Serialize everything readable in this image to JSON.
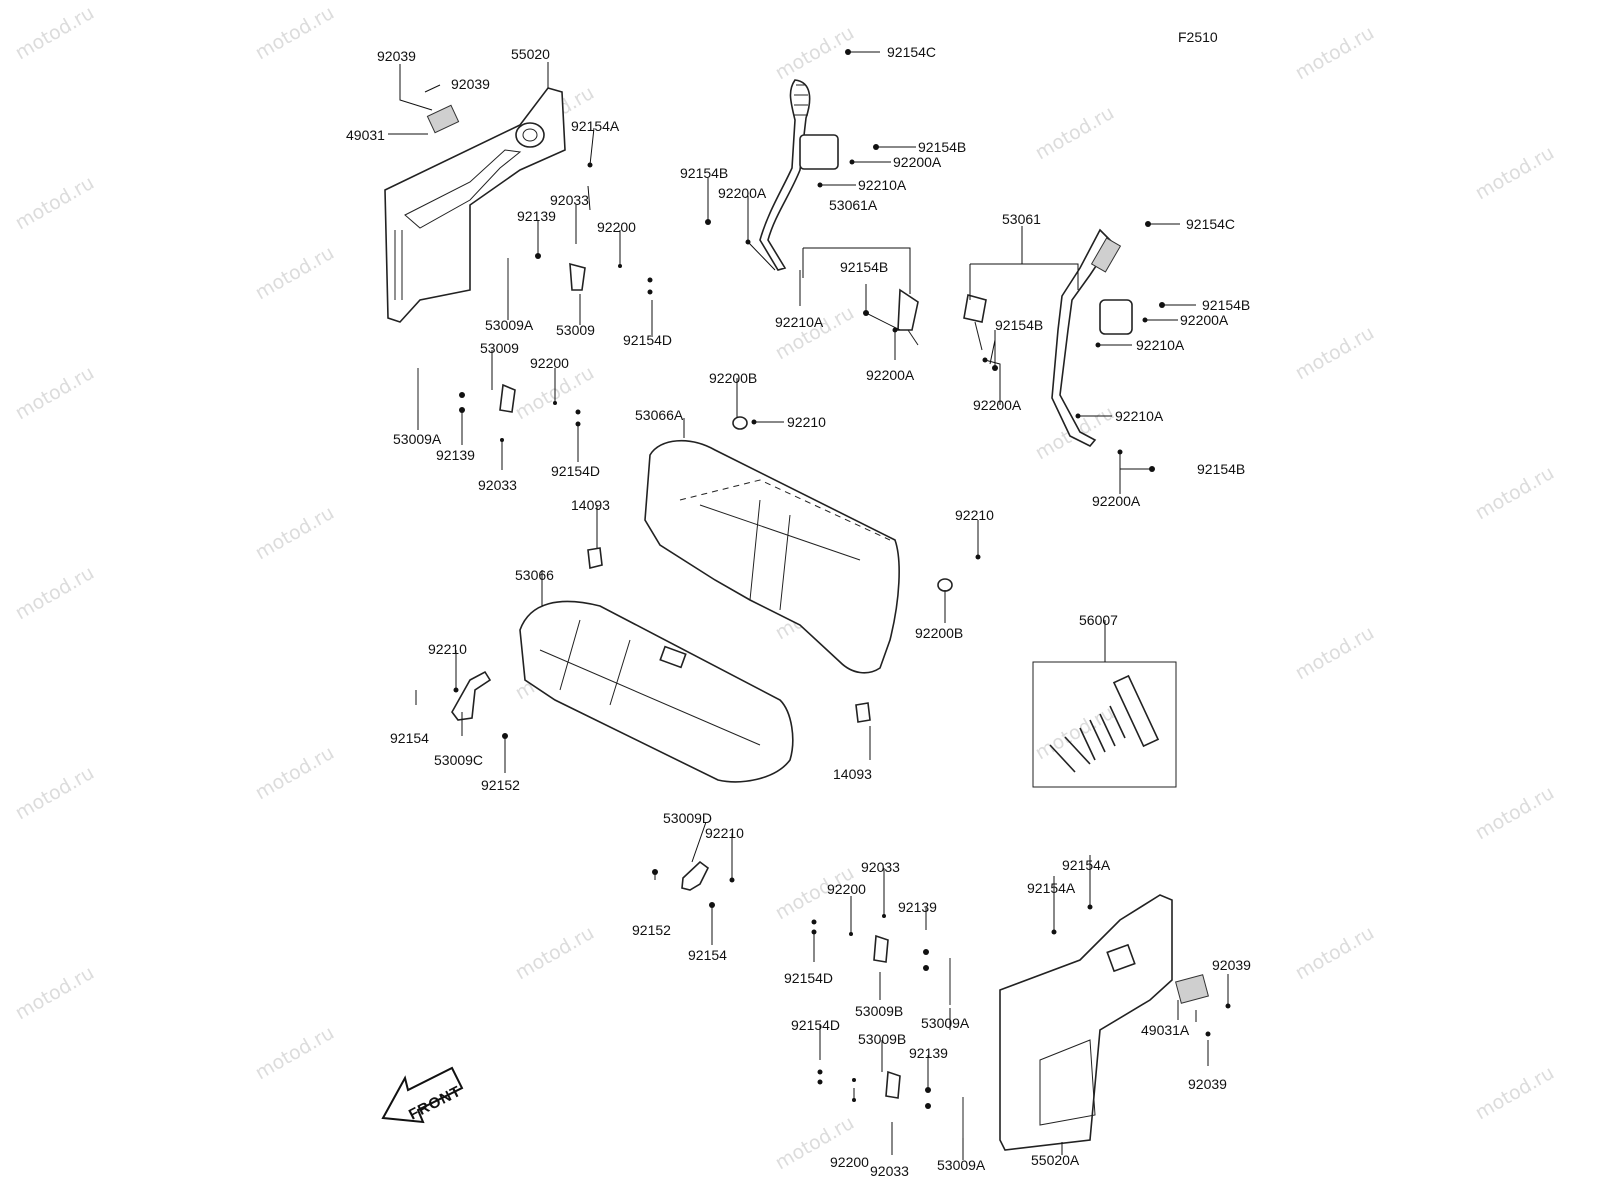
{
  "diagram_code": "F2510",
  "watermark": "motod.ru",
  "front_label": "FRONT",
  "labels": [
    "92039",
    "55020",
    "92039",
    "49031",
    "92154A",
    "92154C",
    "92154B",
    "92200A",
    "92210A",
    "92154B",
    "92200A",
    "53061A",
    "92154B",
    "92210A",
    "92200A",
    "53061",
    "92154C",
    "92154B",
    "92200A",
    "92154B",
    "92210A",
    "92200A",
    "92210A",
    "92200A",
    "92154B",
    "92033",
    "92139",
    "92200",
    "53009A",
    "53009",
    "92154D",
    "53009",
    "92200",
    "53009A",
    "92139",
    "92033",
    "92154D",
    "92200B",
    "92210",
    "53066A",
    "14093",
    "53066",
    "92210",
    "92200B",
    "92210",
    "92154",
    "53009C",
    "92152",
    "14093",
    "56007",
    "53009D",
    "92210",
    "92152",
    "92154",
    "92033",
    "92200",
    "92139",
    "92154D",
    "53009B",
    "53009A",
    "92154D",
    "53009B",
    "92139",
    "92200",
    "92033",
    "53009A",
    "92154A",
    "92154A",
    "92039",
    "49031A",
    "92039",
    "55020A"
  ]
}
